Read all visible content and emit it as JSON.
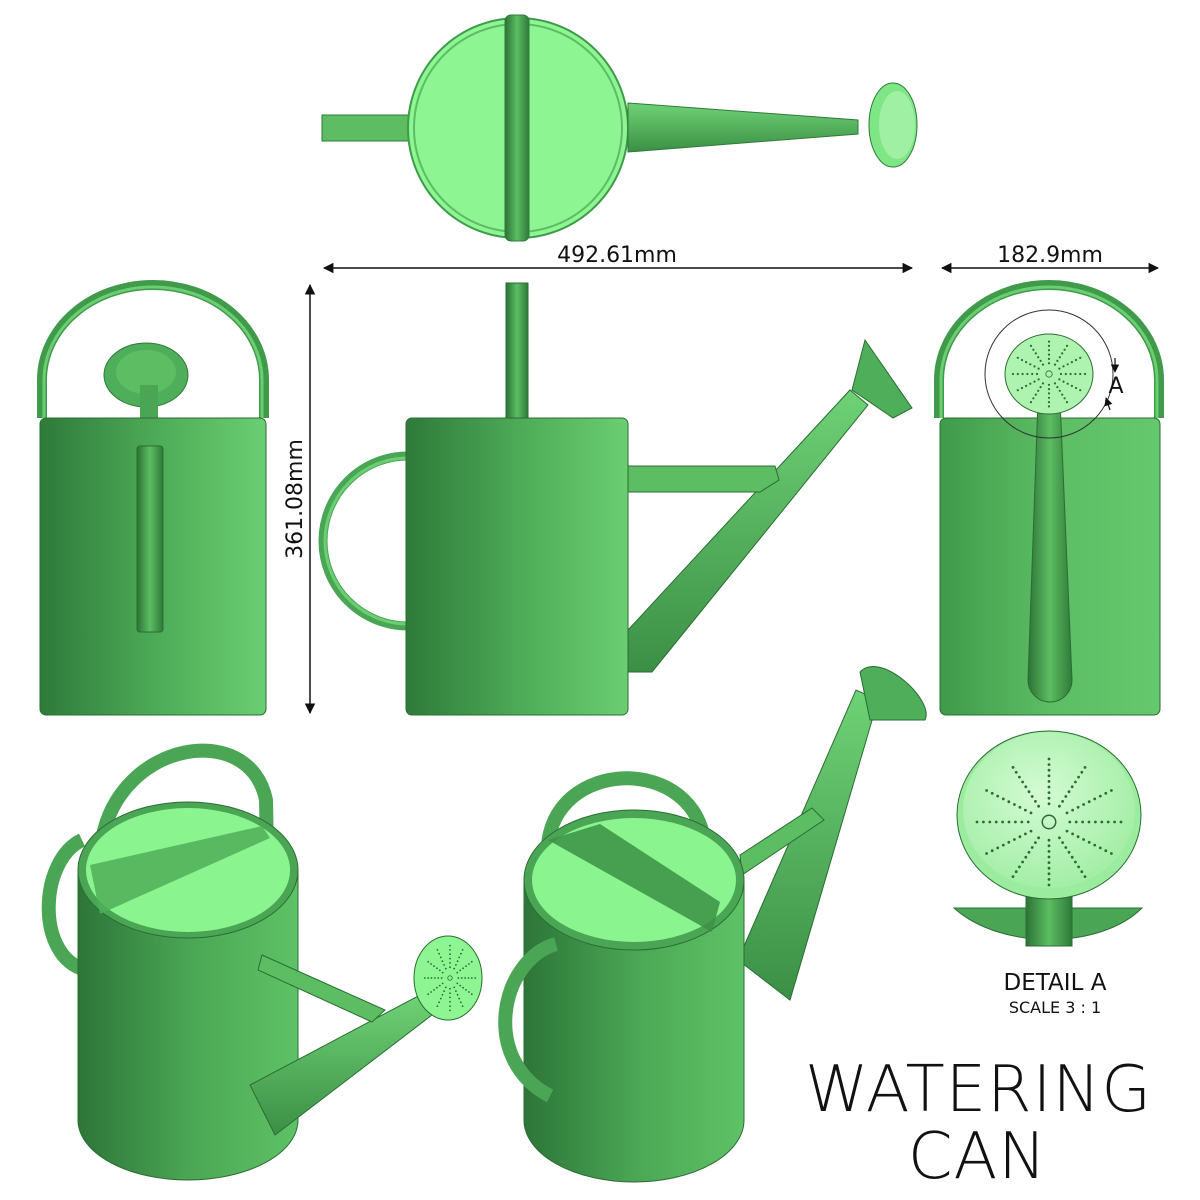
{
  "title": {
    "line1": "WATERING",
    "line2": "CAN"
  },
  "dimensions": {
    "overall_length": "492.61mm",
    "height": "361.08mm",
    "width": "182.9mm"
  },
  "detail": {
    "marker": "A",
    "label": "DETAIL A",
    "scale": "SCALE 3 : 1"
  },
  "colors": {
    "body_dark": "#2f7d3b",
    "body_mid": "#4aa957",
    "body_light": "#68c96f",
    "top_face": "#8af58f",
    "rose_face": "#bff8bf",
    "line": "#111111"
  },
  "views": [
    "top-view",
    "front-view",
    "side-view",
    "rear-view",
    "iso-view-left",
    "iso-view-right",
    "detail-view"
  ]
}
